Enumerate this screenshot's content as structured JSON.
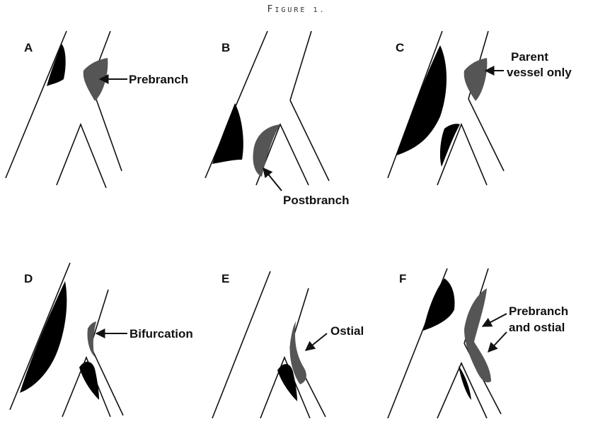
{
  "figure": {
    "caption_first": "F",
    "caption_rest": "IGURE 1."
  },
  "panels": [
    {
      "letter": "A",
      "labels": [
        "Prebranch"
      ]
    },
    {
      "letter": "B",
      "labels": [
        "Postbranch"
      ]
    },
    {
      "letter": "C",
      "labels": [
        "Parent",
        "vessel only"
      ]
    },
    {
      "letter": "D",
      "labels": [
        "Bifurcation"
      ]
    },
    {
      "letter": "E",
      "labels": [
        "Ostial"
      ]
    },
    {
      "letter": "F",
      "labels": [
        "Prebranch",
        "and ostial"
      ]
    }
  ],
  "colors": {
    "plaque_dark": "#000000",
    "plaque_gray": "#555555",
    "line": "#111111"
  }
}
